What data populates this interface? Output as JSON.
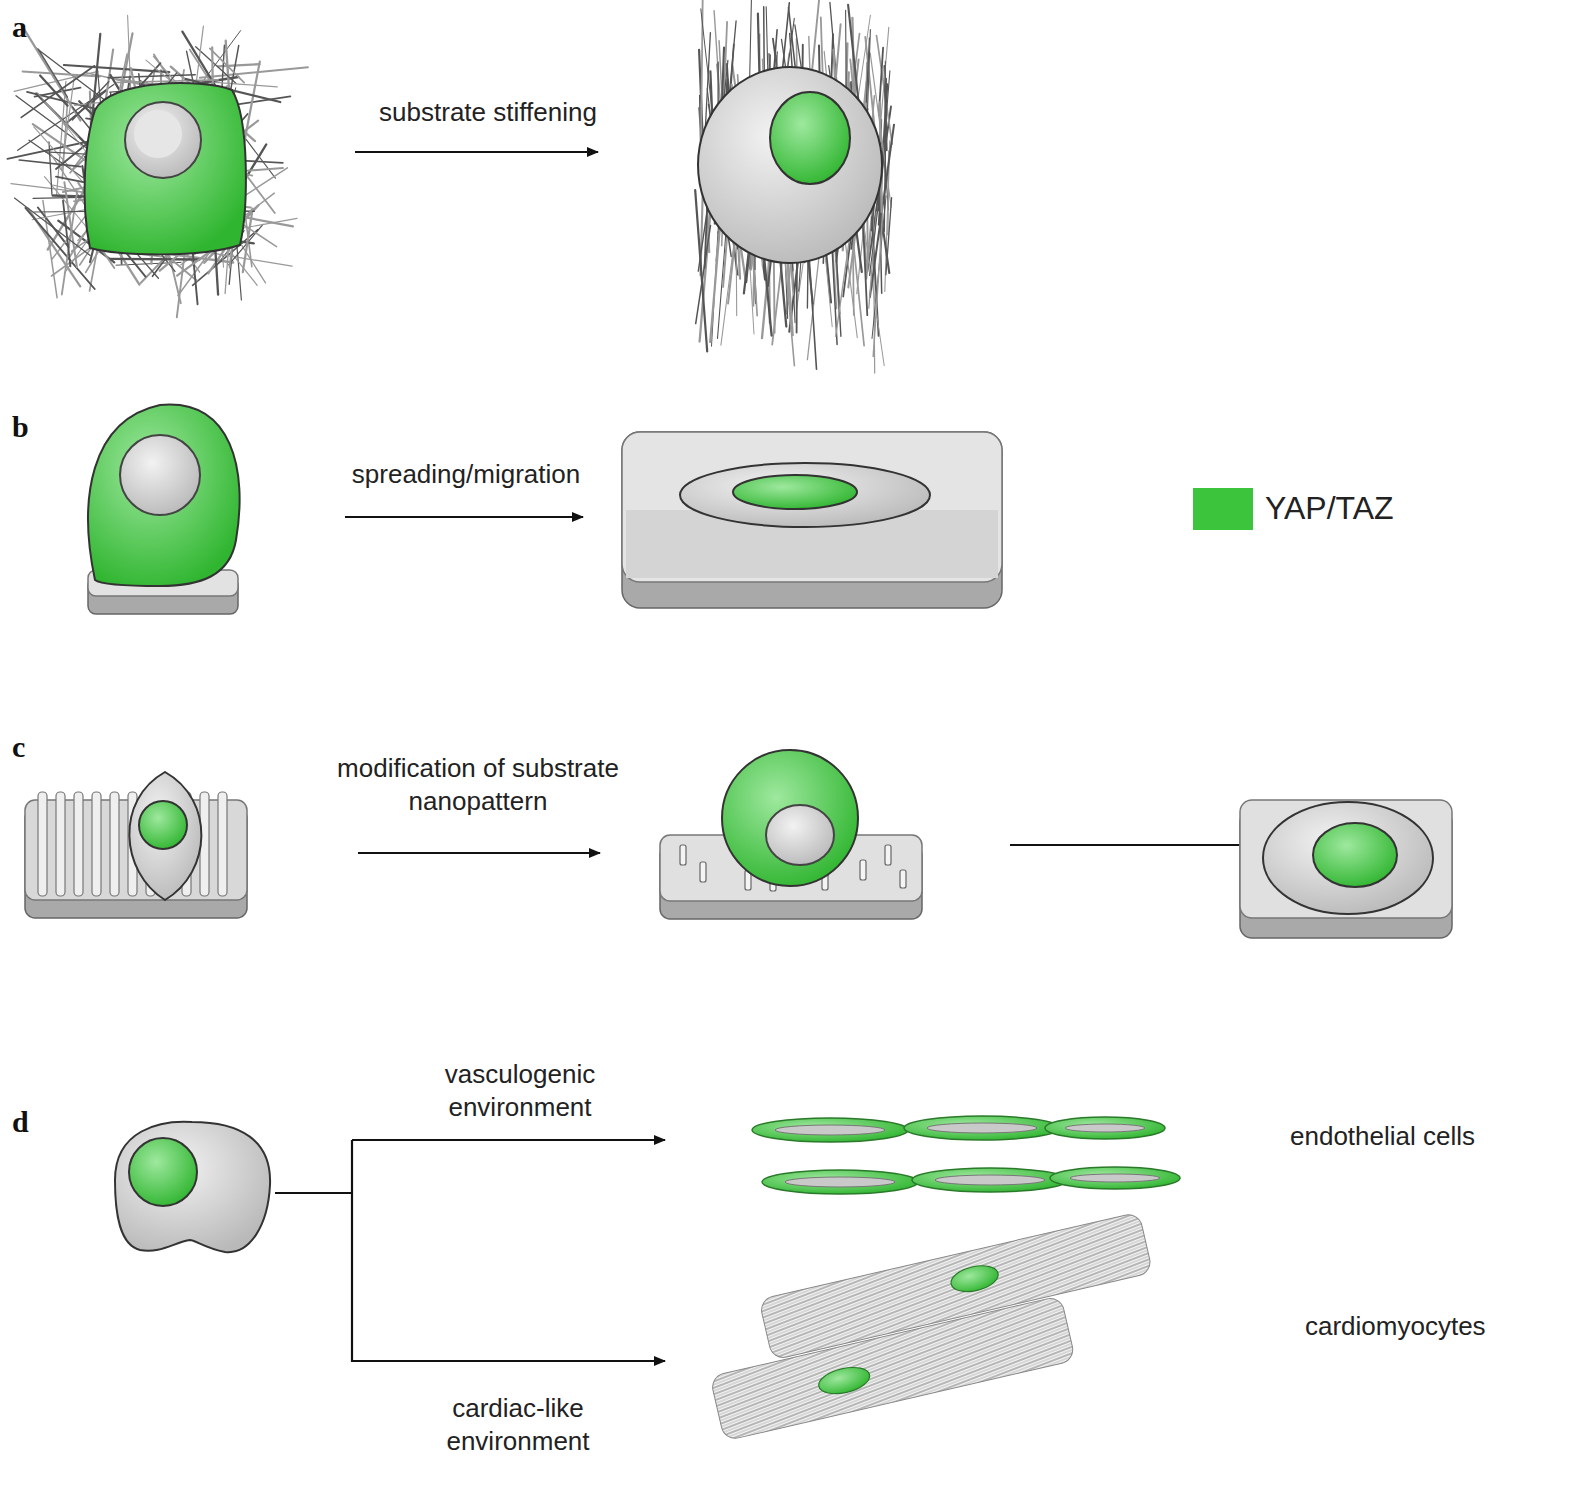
{
  "diagram": {
    "labels": [
      "a",
      "substrate stiffening",
      "b",
      "spreading/migration",
      "c",
      "modification of substrate nanopattern",
      "d",
      "vasculogenic environment",
      "endothelial cells",
      "cardiomyocytes",
      "cardiac-like environment"
    ],
    "legend": [
      {
        "text": "YAP/TAZ",
        "color": "#3cc43c"
      }
    ]
  }
}
